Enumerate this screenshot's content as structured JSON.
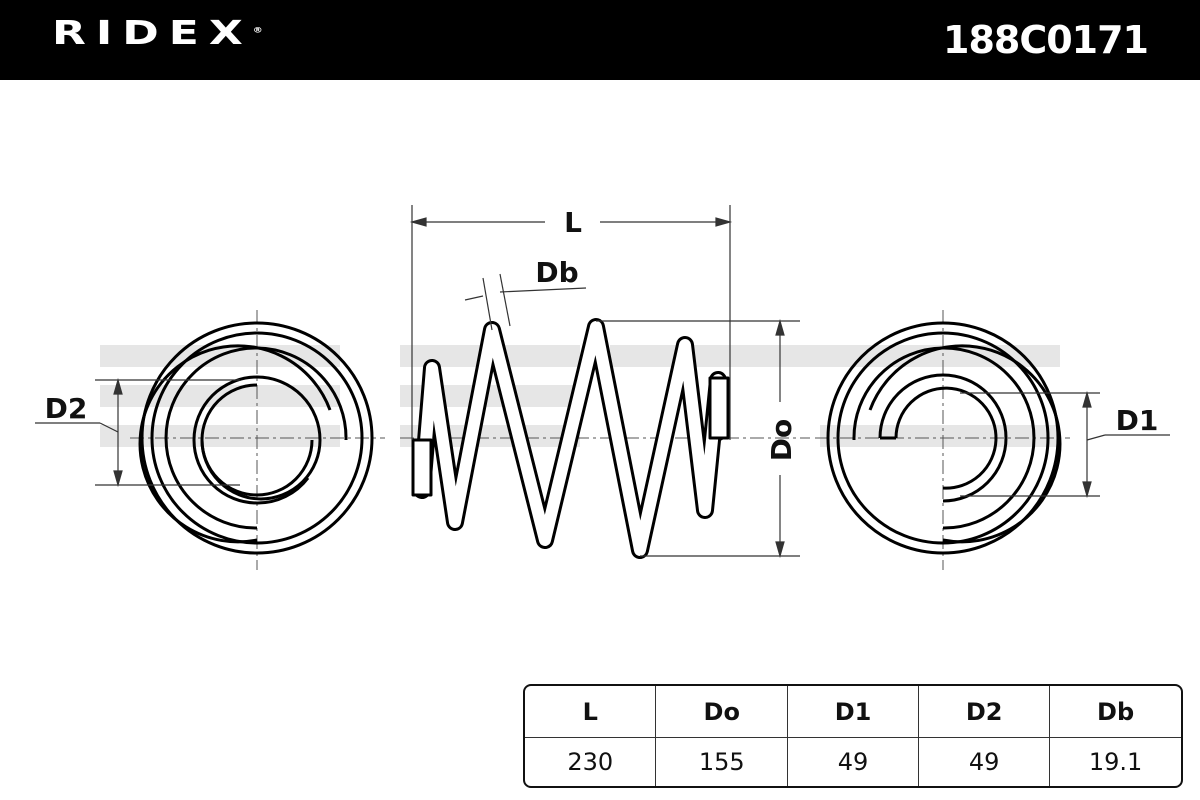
{
  "header": {
    "brand": "RIDEX",
    "part_number": "188C0171"
  },
  "watermark": "RIDEX",
  "drawing": {
    "labels": {
      "L": "L",
      "Db": "Db",
      "Do": "Do",
      "D1": "D1",
      "D2": "D2"
    }
  },
  "table": {
    "headers": [
      "L",
      "Do",
      "D1",
      "D2",
      "Db"
    ],
    "values": [
      "230",
      "155",
      "49",
      "49",
      "19.1"
    ]
  },
  "colors": {
    "header_bg": "#000000",
    "line": "#111111",
    "watermark": "#e6e6e6"
  }
}
